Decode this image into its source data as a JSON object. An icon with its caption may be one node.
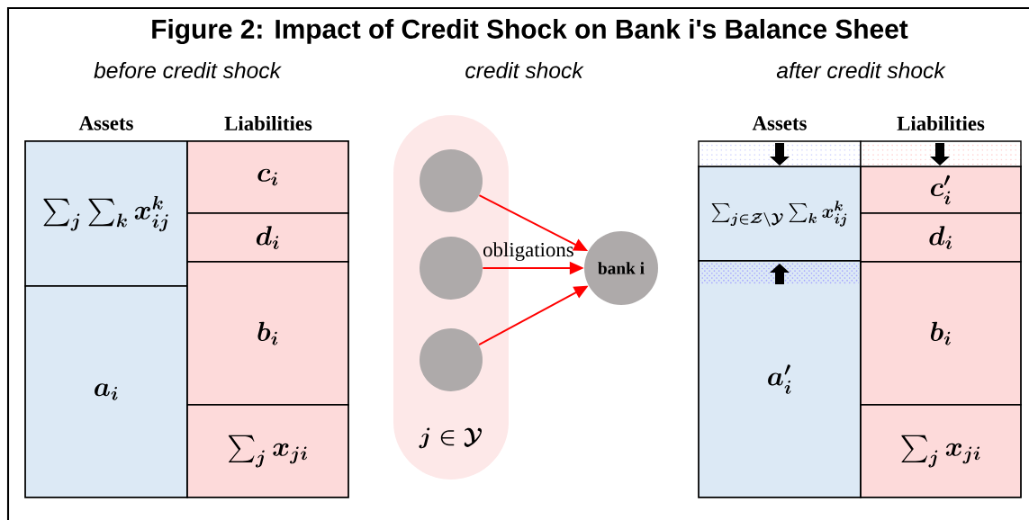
{
  "diagram": {
    "title": "Figure 2: Impact of Credit Shock on Bank i's Balance Sheet",
    "nodes": [
      {
        "text": [
          "\\sum_j\\sum_k x_{ij}^k"
        ]
      },
      {
        "text": [
          "a_i"
        ]
      },
      {
        "text": [
          "c_i"
        ]
      },
      {
        "text": [
          "d_i"
        ]
      },
      {
        "text": [
          "b_i"
        ]
      },
      {
        "text": [
          "\\sum_j x_{ji}"
        ]
      },
      {
        "text": [
          "j \\in \\mathcal{Y}"
        ]
      },
      {
        "text": [],
        "shape": "circle",
        "in": 6
      },
      {
        "text": [],
        "shape": "circle",
        "in": 6
      },
      {
        "text": [],
        "shape": "circle",
        "in": 6
      },
      {
        "text": [
          "bank i"
        ]
      },
      {
        "text": [
          "\\sum_{j\\in \\mathcal{Z}\\setminus\\mathcal{Y}}\\sum_k x_{ij}^k"
        ]
      },
      {
        "text": [
          "a_i'"
        ]
      },
      {
        "text": [
          "c_i'"
        ]
      },
      {
        "text": [
          "d_i"
        ]
      },
      {
        "text": [
          "b_i"
        ]
      },
      {
        "text": [
          "\\sum_j x_{ji}"
        ]
      }
    ],
    "edges": [
      {
        "from": 7,
        "to": 10,
        "arrow": "to"
      },
      {
        "from": 8,
        "to": 10,
        "arrow": "to",
        "label": "obligations"
      },
      {
        "from": 9,
        "to": 10,
        "arrow": "to"
      }
    ],
    "labels": [
      "before credit shock",
      "credit shock",
      "after credit shock",
      "Assets",
      "Liabilities",
      "Assets",
      "Liabilities"
    ]
  }
}
